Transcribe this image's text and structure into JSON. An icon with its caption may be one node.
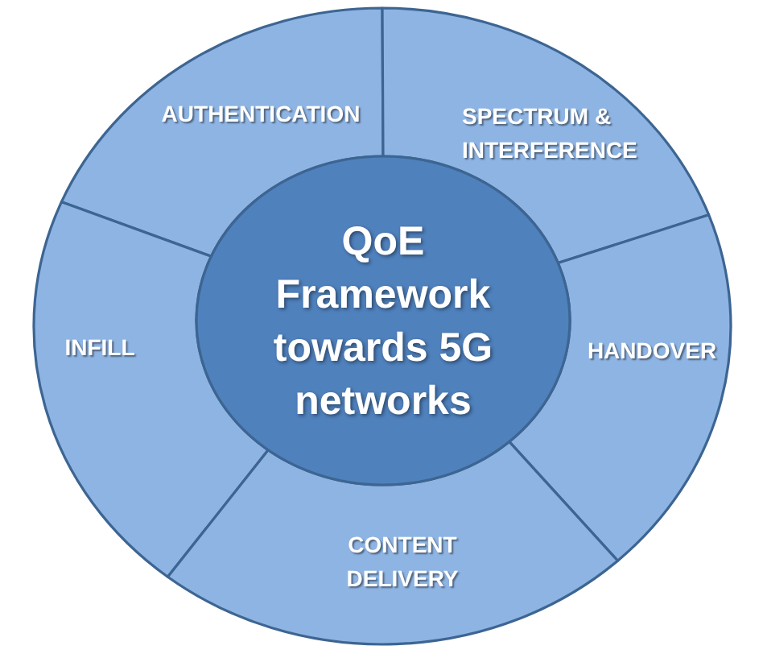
{
  "diagram": {
    "nodes": [
      {
        "text": [
          "AUTHENTICATION"
        ]
      },
      {
        "text": [
          "SPECTRUM & INTERFERENCE"
        ]
      },
      {
        "text": [
          "QoE Framework towards 5G networks"
        ]
      },
      {
        "text": [
          "INFILL"
        ]
      },
      {
        "text": [
          "HANDOVER"
        ]
      },
      {
        "text": [
          "CONTENT DELIVERY"
        ]
      }
    ]
  }
}
